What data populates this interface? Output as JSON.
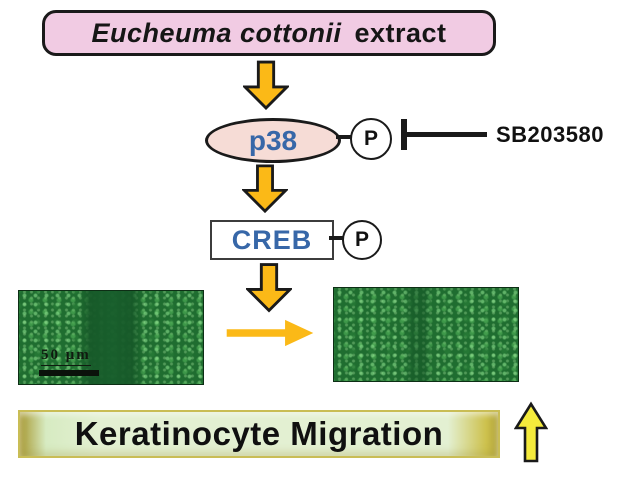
{
  "figure": {
    "extract_box": {
      "species_name": "Eucheuma cottonii",
      "suffix": "extract"
    },
    "p38_node": {
      "label": "p38",
      "phospho_tag": "P"
    },
    "inhibitor": {
      "label": "SB203580"
    },
    "creb_node": {
      "label": "CREB",
      "phospho_tag": "P"
    },
    "micrographs": {
      "scale_bar_label": "50 μm"
    },
    "outcome_banner": {
      "label": "Keratinocyte Migration"
    }
  },
  "icons": {
    "activation_arrow": "block-arrow-down",
    "transition_arrow": "arrow-right-solid",
    "increase_arrow": "arrow-up-outline",
    "inhibition": "t-bar"
  },
  "colors": {
    "arrow_gold": "#FBB917",
    "increase_yellow": "#F5EB3C",
    "extract_box_pink": "#F1CBE3",
    "p38_fill_pink": "#F6DCD6",
    "protein_text_blue": "#3767A8",
    "banner_fill_green": "#E3F0D2",
    "banner_edge_olive": "#A89A33",
    "micrograph_green": "#1F6D30",
    "outline_black": "#1A1A1A"
  }
}
